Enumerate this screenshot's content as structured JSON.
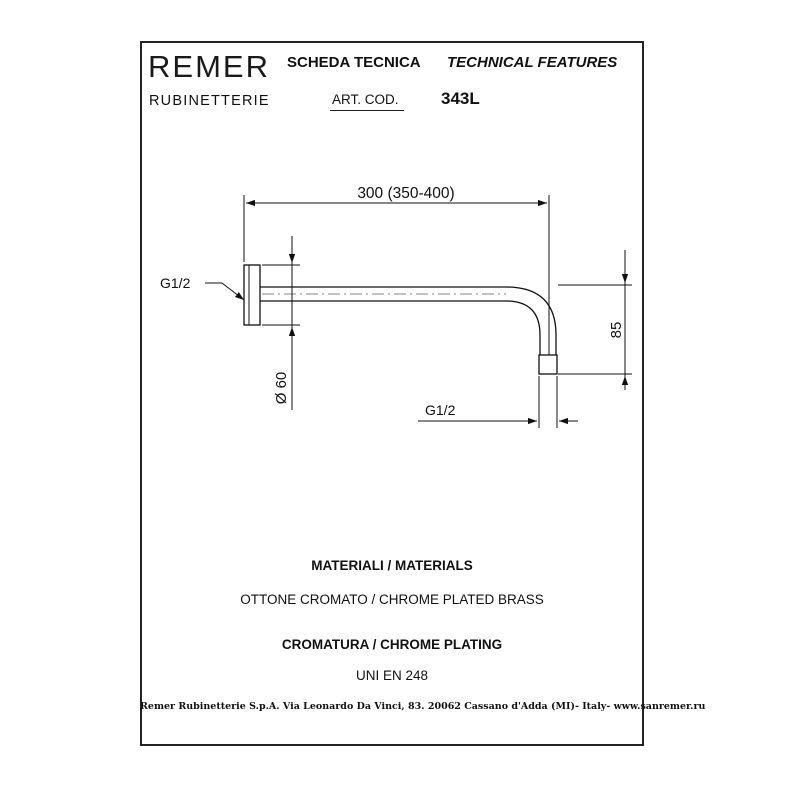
{
  "brand": {
    "name": "REMER",
    "sub": "RUBINETTERIE"
  },
  "header": {
    "sheet_it": "SCHEDA TECNICA",
    "sheet_en": "TECHNICAL FEATURES",
    "art_label": "ART. COD.",
    "art_code": "343L"
  },
  "drawing": {
    "length": "300 (350-400)",
    "thread_wall": "G1/2",
    "thread_outlet": "G1/2",
    "height": "85",
    "diameter": "Ø 60"
  },
  "materials": {
    "title": "MATERIALI / MATERIALS",
    "value": "OTTONE CROMATO / CHROME PLATED BRASS"
  },
  "plating": {
    "title": "CROMATURA / CHROME PLATING",
    "value": "UNI EN 248"
  },
  "footer": "Remer Rubinetterie S.p.A. Via Leonardo Da Vinci, 83. 20062 Cassano d'Adda (MI)- Italy- www.sanremer.ru"
}
